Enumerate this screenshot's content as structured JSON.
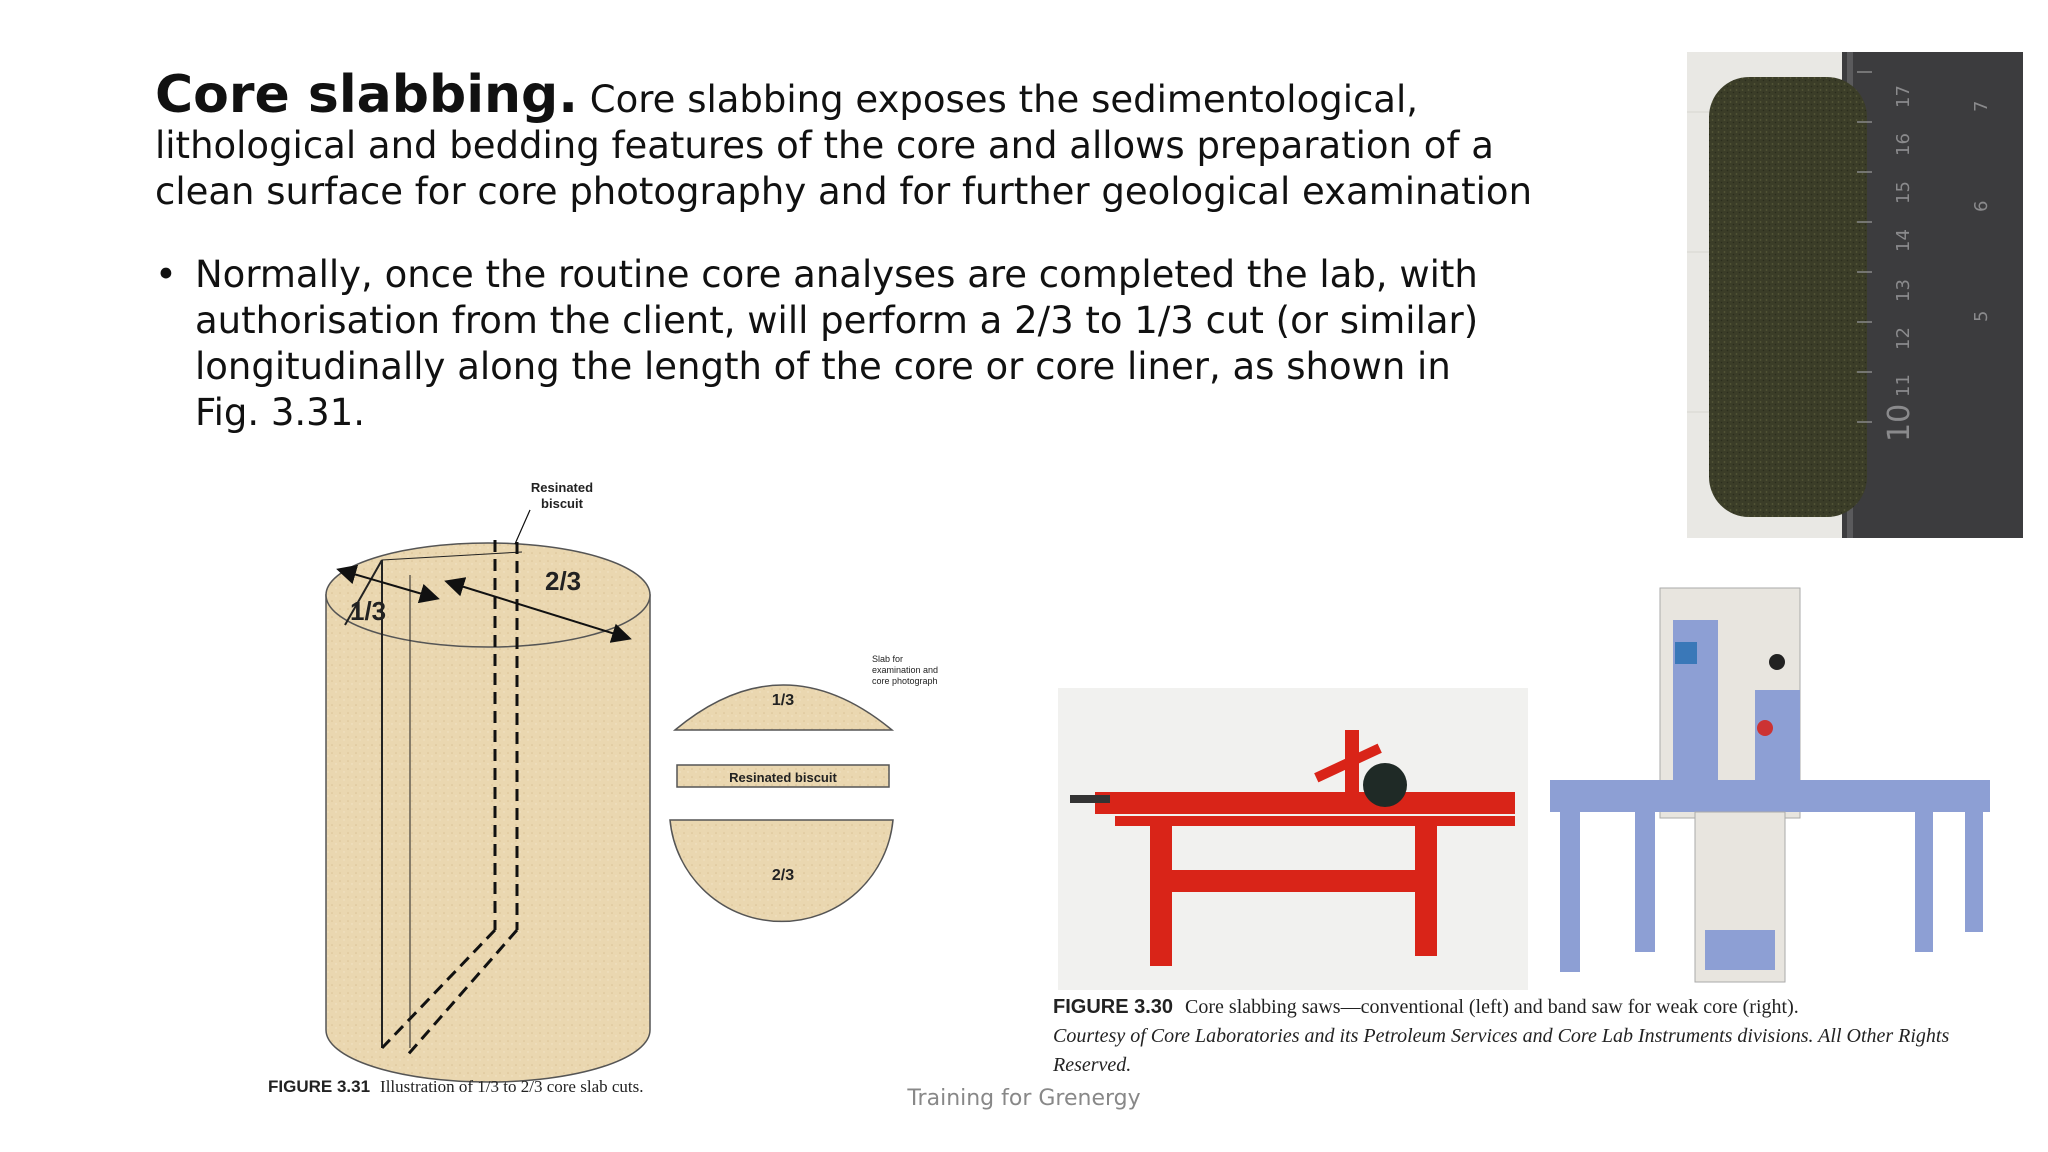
{
  "heading": {
    "bold": "Core slabbing.",
    "text": " Core slabbing exposes the sedimentological, lithological and bedding features of the core and allows preparation of a clean surface for core photography and for further geological examination"
  },
  "bullets": [
    "Normally, once the routine core analyses are completed the lab, with authorisation from the client, will perform a 2/3 to 1/3 cut (or similar) longitudinally along the length of the core or core liner, as shown in Fig. 3.31."
  ],
  "bullet_symbol": "•",
  "figure_3_31": {
    "label_resinated": "Resinated biscuit",
    "label_resinated_line1": "Resinated",
    "label_resinated_line2": "biscuit",
    "label_third": "1/3",
    "label_two_thirds": "2/3",
    "slab_label_line1": "Slab for",
    "slab_label_line2": "examination and",
    "slab_label_line3": "core photograph",
    "piece_third": "1/3",
    "piece_biscuit": "Resinated biscuit",
    "piece_two_thirds": "2/3",
    "caption_number": "FIGURE 3.31",
    "caption_text": "Illustration of 1/3 to 2/3 core slab cuts."
  },
  "core_photo": {
    "ruler_numbers": [
      "10",
      "11",
      "12",
      "13",
      "14",
      "15",
      "16",
      "17"
    ],
    "ruler_numbers_right": [
      "5",
      "6",
      "7"
    ]
  },
  "figure_3_30": {
    "caption_number": "FIGURE 3.30",
    "caption_text": "Core slabbing saws—conventional (left) and band saw for weak core (right).",
    "credit": "Courtesy of Core Laboratories and its Petroleum Services and Core Lab Instruments divisions. All Other Rights Reserved."
  },
  "footer": "Training for Grenergy",
  "colors": {
    "sandstone": "#ead7b0",
    "saw_red": "#d92418",
    "bandsaw_blue": "#8d9fd4",
    "footer_gray": "#888888"
  }
}
